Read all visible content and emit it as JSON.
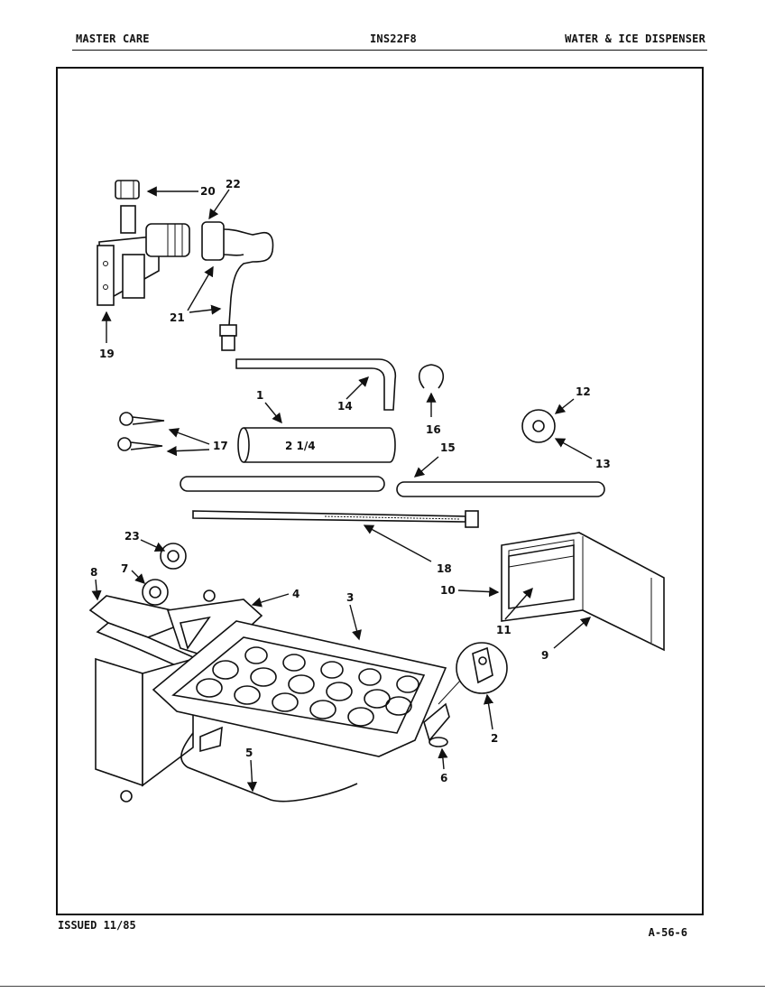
{
  "header": {
    "left": "MASTER CARE",
    "center": "INS22F8",
    "right": "WATER & ICE DISPENSER"
  },
  "footer": {
    "issued": "ISSUED 11/85",
    "page_code": "A-56-6"
  },
  "callouts": {
    "c1": "1",
    "c2": "2",
    "c3": "3",
    "c4": "4",
    "c5": "5",
    "c6": "6",
    "c7": "7",
    "c8": "8",
    "c9": "9",
    "c10": "10",
    "c11": "11",
    "c12": "12",
    "c13": "13",
    "c14": "14",
    "c15": "15",
    "c16": "16",
    "c17": "17",
    "c18": "18",
    "c19": "19",
    "c20": "20",
    "c21": "21",
    "c22": "22",
    "c23": "23"
  },
  "tube_marking": "2 1/4"
}
